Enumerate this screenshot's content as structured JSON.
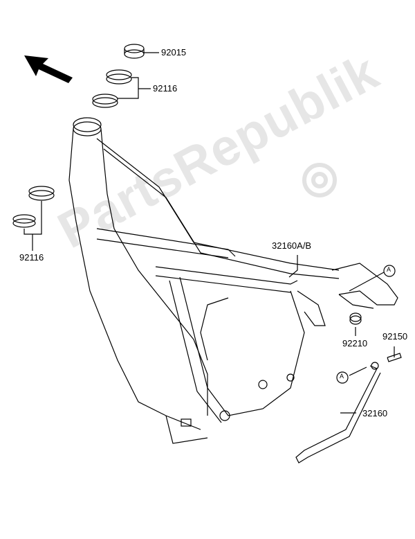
{
  "watermark": "PartsRepublik",
  "direction_arrow": "front-arrow-icon",
  "parts": [
    {
      "number": "92015"
    },
    {
      "number": "92116"
    },
    {
      "number": "92116"
    },
    {
      "number": "32160A/B"
    },
    {
      "number": "92210"
    },
    {
      "number": "92150"
    },
    {
      "number": "32160"
    }
  ],
  "callouts": [
    "A",
    "A"
  ]
}
